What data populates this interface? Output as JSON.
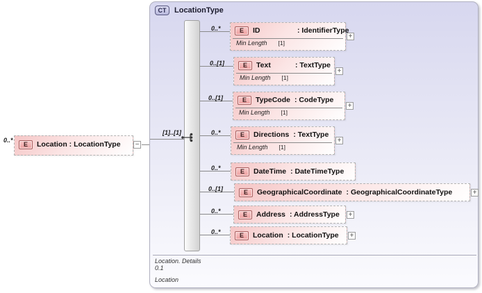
{
  "root_element": {
    "cardinality": "0..*",
    "badge": "E",
    "label": "Location : LocationType",
    "collapse_glyph": "−"
  },
  "complex_type": {
    "badge": "CT",
    "title": "LocationType",
    "group_cardinality": "[1]..[1]",
    "connector_kind": "sequence",
    "children": [
      {
        "cardinality": "0..*",
        "badge": "E",
        "name": "ID",
        "type": ": IdentifierType",
        "facet_name": "Min Length",
        "facet_value": "[1]",
        "expand_glyph": "+"
      },
      {
        "cardinality": "0..[1]",
        "badge": "E",
        "name": "Text",
        "type": ": TextType",
        "facet_name": "Min Length",
        "facet_value": "[1]",
        "expand_glyph": "+"
      },
      {
        "cardinality": "0..[1]",
        "badge": "E",
        "name": "TypeCode",
        "type": ": CodeType",
        "facet_name": "Min Length",
        "facet_value": "[1]",
        "expand_glyph": "+"
      },
      {
        "cardinality": "0..*",
        "badge": "E",
        "name": "Directions",
        "type": ": TextType",
        "facet_name": "Min Length",
        "facet_value": "[1]",
        "expand_glyph": "+"
      },
      {
        "cardinality": "0..*",
        "badge": "E",
        "name": "DateTime",
        "type": ": DateTimeType"
      },
      {
        "cardinality": "0..[1]",
        "badge": "E",
        "name": "GeographicalCoordinate",
        "type": ": GeographicalCoordinateType",
        "expand_glyph": "+"
      },
      {
        "cardinality": "0..*",
        "badge": "E",
        "name": "Address",
        "type": ": AddressType",
        "expand_glyph": "+"
      },
      {
        "cardinality": "0..*",
        "badge": "E",
        "name": "Location",
        "type": ": LocationType",
        "expand_glyph": "+"
      }
    ],
    "footer": {
      "line1": "Location. Details",
      "line2": "0.1",
      "line3": "Location"
    }
  },
  "colors": {
    "panel_top": "#d7d7ef",
    "panel_bottom": "#fbfbfe",
    "element_fill": "#f5c6c6",
    "element_badge_fill": "#f3b0b0",
    "element_badge_border": "#a85c5c",
    "ct_badge_fill": "#c9c9e8",
    "ct_badge_border": "#5a5a82",
    "connector_line": "#8a8a8a",
    "dashed_border": "#b3b3b3"
  }
}
